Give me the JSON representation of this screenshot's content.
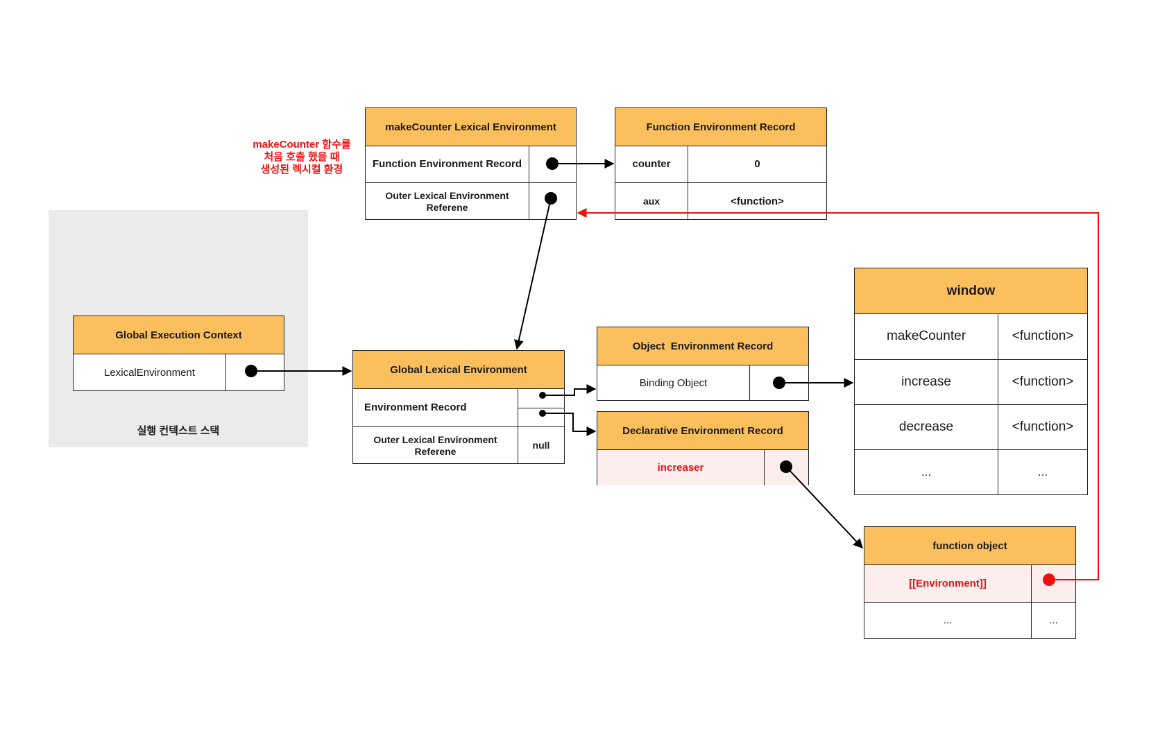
{
  "stack": {
    "caption": "실행 컨텍스트 스택"
  },
  "annotation": {
    "lines": [
      "makeCounter 함수를",
      "처음 호출 했을 때",
      "생성된 렉시컬 환경"
    ]
  },
  "global_context": {
    "title": "Global Execution Context",
    "rows": [
      {
        "key": "LexicalEnvironment",
        "value": ""
      }
    ]
  },
  "make_counter_env": {
    "title": "makeCounter Lexical Environment",
    "rows": [
      {
        "key": "Function Environment Record",
        "value": ""
      },
      {
        "key": "Outer Lexical Environment Referene",
        "value": ""
      }
    ]
  },
  "function_env_record": {
    "title": "Function Environment Record",
    "rows": [
      {
        "key": "counter",
        "value": "0"
      },
      {
        "key": "aux",
        "value": "<function>"
      }
    ]
  },
  "global_lexical_env": {
    "title": "Global Lexical Environment",
    "rows": [
      {
        "key": "Environment Record",
        "value": ""
      },
      {
        "key": "Outer Lexical Environment Referene",
        "value": "null"
      }
    ]
  },
  "object_env_record": {
    "title": "Object  Environment Record",
    "rows": [
      {
        "key": "Binding Object",
        "value": ""
      }
    ]
  },
  "declarative_env_record": {
    "title": "Declarative Environment Record",
    "rows": [
      {
        "key": "increaser",
        "value": ""
      }
    ]
  },
  "window": {
    "title": "window",
    "rows": [
      {
        "key": "makeCounter",
        "value": "<function>"
      },
      {
        "key": "increase",
        "value": "<function>"
      },
      {
        "key": "decrease",
        "value": "<function>"
      },
      {
        "key": "...",
        "value": "..."
      }
    ]
  },
  "function_object": {
    "title": "function object",
    "rows": [
      {
        "key": "[[Environment]]",
        "value": ""
      },
      {
        "key": "...",
        "value": "..."
      }
    ]
  },
  "colors": {
    "header": "#fbbf5e",
    "highlight_bg": "#fdeeee",
    "emphasis": "#ee1111",
    "stack_bg": "#ebebeb"
  }
}
